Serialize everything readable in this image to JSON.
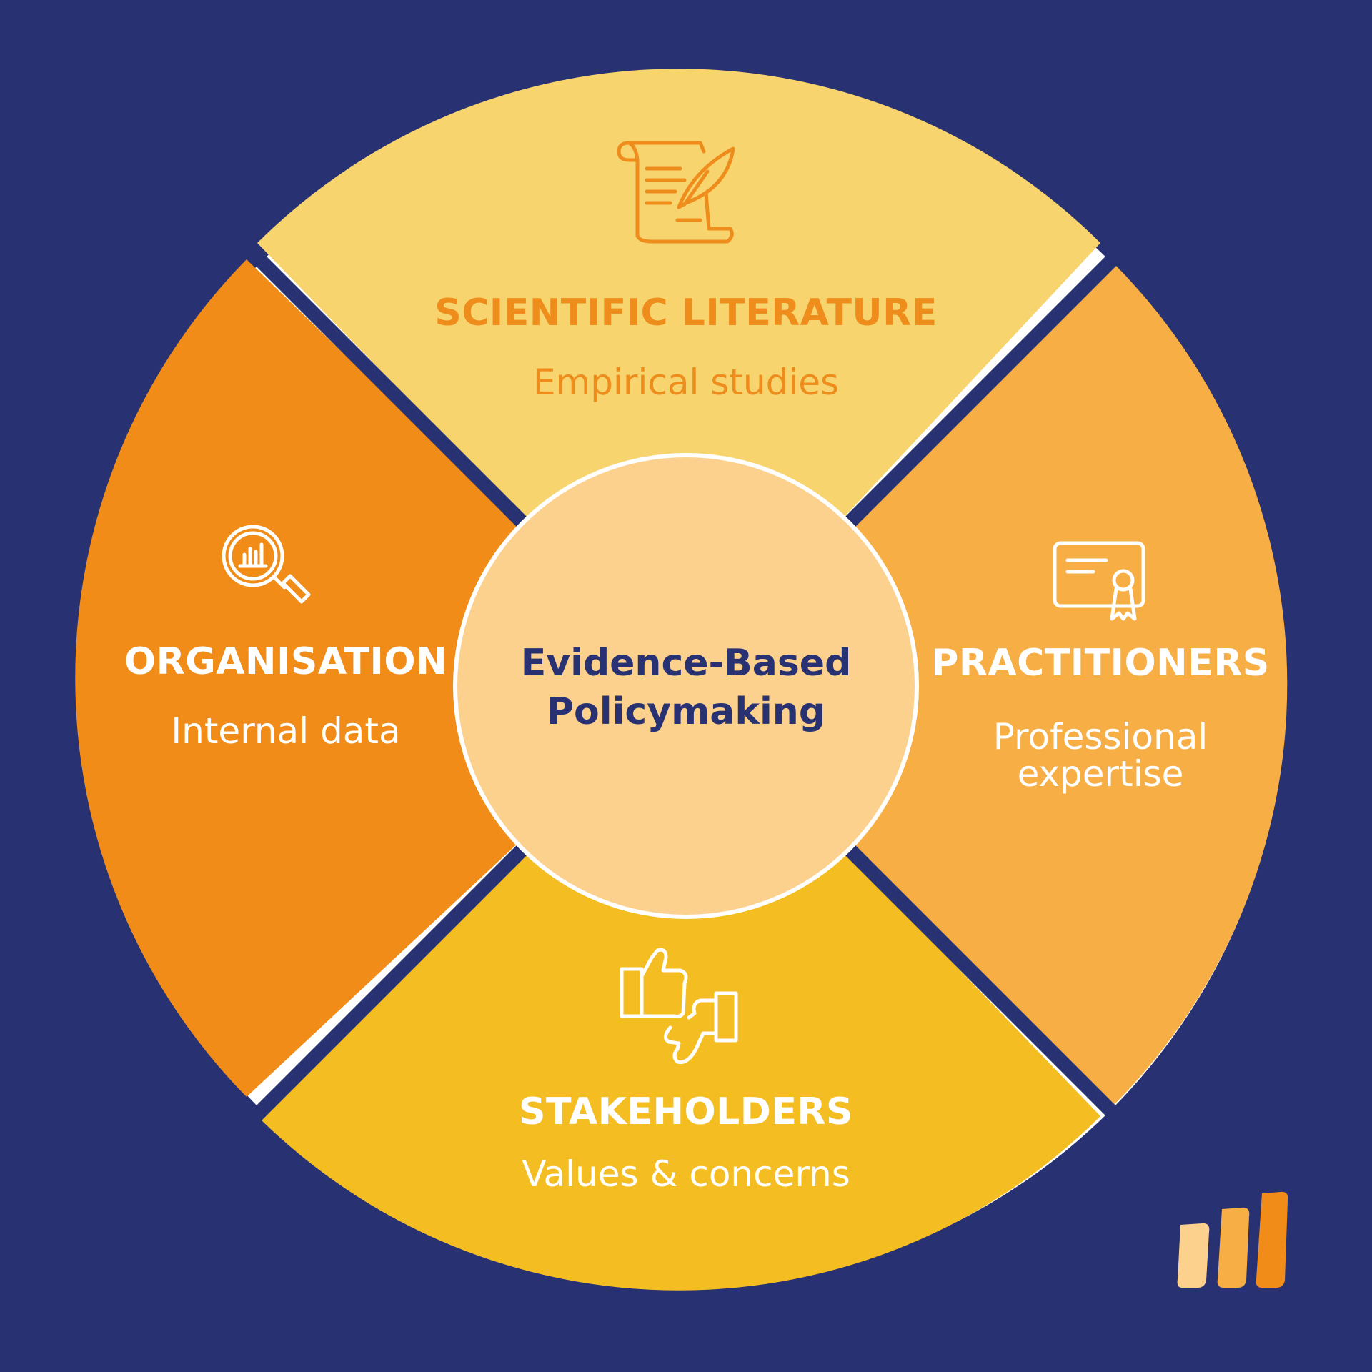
{
  "colors": {
    "background": "#283272",
    "scientific": "#F8D46E",
    "practitioners": "#F6AE45",
    "stakeholders": "#F4BE22",
    "organisation": "#F08C17",
    "center": "#FCD18E",
    "outline": "#FFFFFF",
    "text_scientific": "#EE8C1C",
    "text_light": "#FFFFFF",
    "text_center": "#283272"
  },
  "center": {
    "line1": "Evidence-Based",
    "line2": "Policymaking"
  },
  "segments": {
    "scientific": {
      "title": "SCIENTIFIC LITERATURE",
      "subtitle": "Empirical studies",
      "icon": "scroll-quill-icon"
    },
    "practitioners": {
      "title": "PRACTITIONERS",
      "subtitle_line1": "Professional",
      "subtitle_line2": "expertise",
      "icon": "certificate-icon"
    },
    "stakeholders": {
      "title": "STAKEHOLDERS",
      "subtitle": "Values & concerns",
      "icon": "thumbs-up-down-icon"
    },
    "organisation": {
      "title": "ORGANISATION",
      "subtitle": "Internal data",
      "icon": "magnifier-chart-icon"
    }
  },
  "logo": {
    "bar_colors": [
      "#FCD18E",
      "#F6AE45",
      "#F08C17"
    ]
  }
}
